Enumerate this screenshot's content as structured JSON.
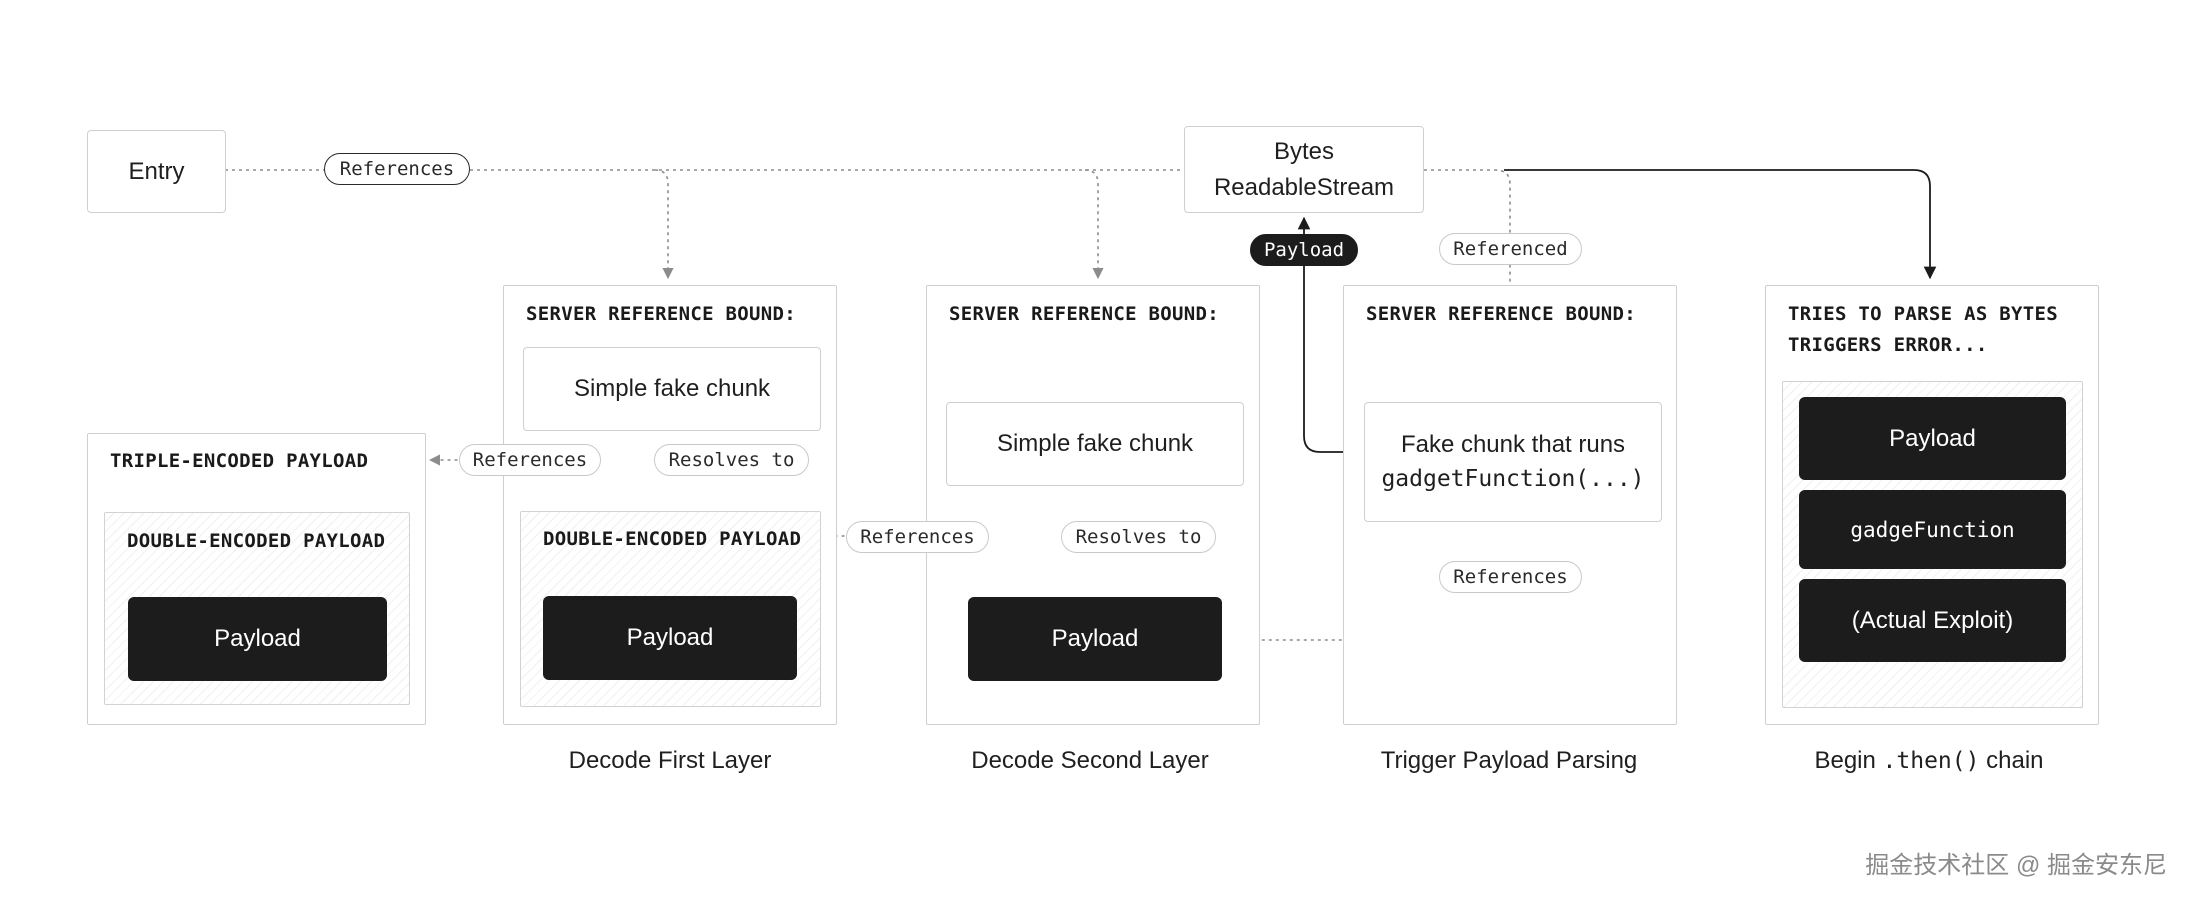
{
  "nodes": {
    "entry": "Entry",
    "bytes_line1": "Bytes",
    "bytes_line2": "ReadableStream"
  },
  "edge_labels": {
    "references_top": "References",
    "payload": "Payload",
    "referenced": "Referenced",
    "references_left": "References",
    "resolves_to_1": "Resolves to",
    "references_mid": "References",
    "resolves_to_2": "Resolves to",
    "references_right": "References"
  },
  "groups": {
    "triple": {
      "title": "TRIPLE-ENCODED PAYLOAD",
      "inner_title": "DOUBLE-ENCODED PAYLOAD",
      "payload": "Payload"
    },
    "decode_first": {
      "title": "SERVER REFERENCE BOUND:",
      "chunk": "Simple fake chunk",
      "inner_title": "DOUBLE-ENCODED PAYLOAD",
      "payload": "Payload",
      "caption": "Decode First Layer"
    },
    "decode_second": {
      "title": "SERVER REFERENCE BOUND:",
      "chunk": "Simple fake chunk",
      "payload": "Payload",
      "caption": "Decode Second Layer"
    },
    "trigger": {
      "title": "SERVER REFERENCE BOUND:",
      "chunk_line1": "Fake chunk that runs",
      "chunk_line2": "gadgetFunction(...)",
      "caption": "Trigger Payload Parsing"
    },
    "then_chain": {
      "title": "TRIES TO PARSE AS BYTES\nTRIGGERS ERROR...",
      "item1": "Payload",
      "item2": "gadgeFunction",
      "item3": "(Actual Exploit)",
      "caption_prefix": "Begin ",
      "caption_code": ".then()",
      "caption_suffix": " chain"
    }
  },
  "watermark": "掘金技术社区 @ 掘金安东尼",
  "colors": {
    "dark": "#1c1c1c",
    "border": "#cfcfcf",
    "dashed_line": "#8c8c8c",
    "solid_line": "#1c1c1c"
  }
}
